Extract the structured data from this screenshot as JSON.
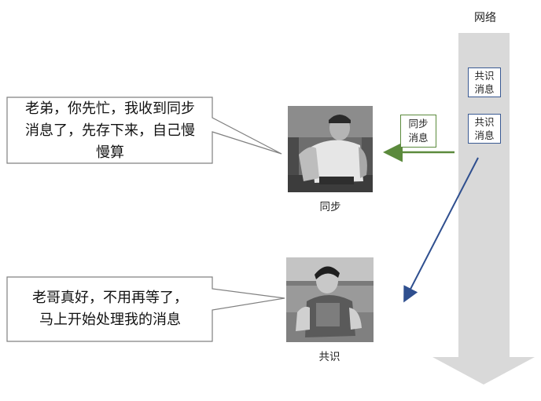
{
  "network": {
    "title": "网络",
    "messages": [
      {
        "line1": "共识",
        "line2": "消息"
      },
      {
        "line1": "共识",
        "line2": "消息"
      }
    ]
  },
  "sync_message": {
    "line1": "同步",
    "line2": "消息"
  },
  "top_node": {
    "bubble_lines": [
      "老弟，你先忙，我收到同步",
      "消息了，先存下来，自己慢",
      "慢算"
    ],
    "caption": "同步"
  },
  "bottom_node": {
    "bubble_lines": [
      "老哥真好，不用再等了，",
      "马上开始处理我的消息"
    ],
    "caption": "共识"
  },
  "colors": {
    "network_arrow": "#d9d9d9",
    "message_border": "#3a5a93",
    "sync_arrow": "#5b8a3c",
    "consensus_arrow": "#2f4f8f",
    "bubble_border": "#808080"
  }
}
